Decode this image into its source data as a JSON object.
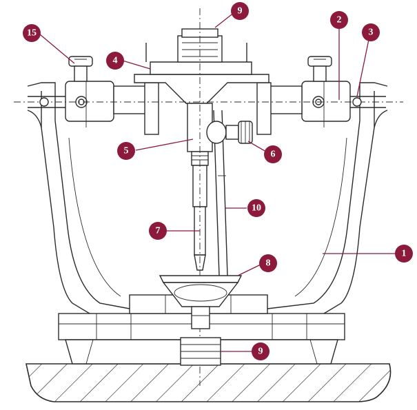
{
  "callouts": [
    {
      "id": "callout-1",
      "label": "1"
    },
    {
      "id": "callout-2",
      "label": "2"
    },
    {
      "id": "callout-3",
      "label": "3"
    },
    {
      "id": "callout-4",
      "label": "4"
    },
    {
      "id": "callout-5",
      "label": "5"
    },
    {
      "id": "callout-6",
      "label": "6"
    },
    {
      "id": "callout-7",
      "label": "7"
    },
    {
      "id": "callout-8",
      "label": "8"
    },
    {
      "id": "callout-9-top",
      "label": "9"
    },
    {
      "id": "callout-9-bottom",
      "label": "9"
    },
    {
      "id": "callout-10",
      "label": "10"
    },
    {
      "id": "callout-15",
      "label": "15"
    }
  ],
  "colors": {
    "badge": "#8b1a3c",
    "line": "#2a2a2a",
    "background": "#ffffff"
  }
}
